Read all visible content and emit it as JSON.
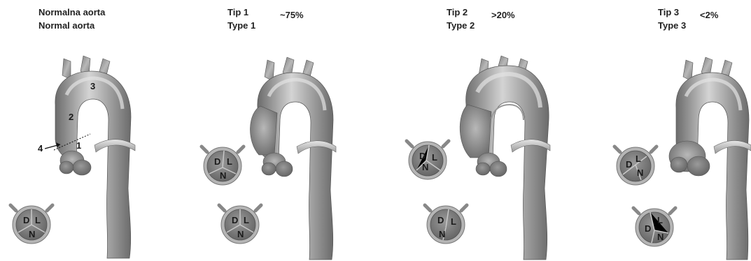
{
  "panels": [
    {
      "title_line1": "Normalna aorta",
      "title_line2": "Normal aorta",
      "percentage": ""
    },
    {
      "title_line1": "Tip 1",
      "title_line2": "Type 1",
      "percentage": "~75%"
    },
    {
      "title_line1": "Tip 2",
      "title_line2": "Type 2",
      "percentage": ">20%"
    },
    {
      "title_line1": "Tip 3",
      "title_line2": "Type 3",
      "percentage": "<2%"
    }
  ],
  "segment_labels": [
    "1",
    "2",
    "3",
    "4"
  ],
  "cusp_labels": {
    "left": "D",
    "right": "L",
    "bottom": "N"
  },
  "colors": {
    "aorta": "#8f8f8f",
    "aorta_dark": "#6a6a6a",
    "aorta_light": "#c8c8c8",
    "valve_ring": "#b5b5b5",
    "valve_fill": "#7a7a7a",
    "text": "#222222"
  }
}
